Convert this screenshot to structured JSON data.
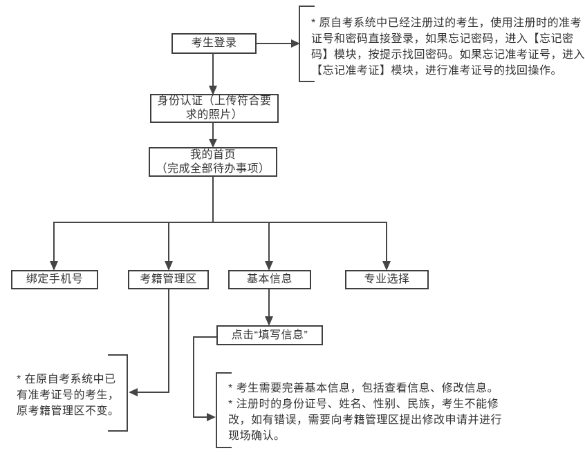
{
  "colors": {
    "line": "#454545",
    "box_border": "#3f3f3f",
    "text": "#333333",
    "background": "#ffffff"
  },
  "nodes": {
    "login": {
      "label": "考生登录"
    },
    "identity": {
      "lines": [
        "身份认证（上传符合要",
        "求的照片）"
      ]
    },
    "homepage": {
      "lines": [
        "我的首页",
        "（完成全部待办事项）"
      ]
    },
    "bind_phone": {
      "label": "绑定手机号"
    },
    "registration": {
      "label": "考籍管理区"
    },
    "basic_info": {
      "label": "基本信息"
    },
    "major": {
      "label": "专业选择"
    },
    "click_fill": {
      "label": "点击“填写信息”"
    }
  },
  "notes": {
    "login": {
      "lines": [
        "* 原自考系统中已经注册过的考生，使用注册时的准考",
        "证号和密码直接登录，如果忘记密码，进入【忘记密",
        "码】模块，按提示找回密码。如果忘记准考证号，进入",
        "【忘记准考证】模块，进行准考证号的找回操作。"
      ]
    },
    "registration": {
      "lines": [
        "* 在原自考系统中已",
        "有准考证号的考生，",
        "原考籍管理区不变。"
      ]
    },
    "basic_info": {
      "lines": [
        "* 考生需要完善基本信息，包括查看信息、修改信息。",
        "* 注册时的身份证号、姓名、性别、民族，考生不能修",
        "改，如有错误，需要向考籍管理区提出修改申请并进行",
        "现场确认。"
      ]
    }
  }
}
